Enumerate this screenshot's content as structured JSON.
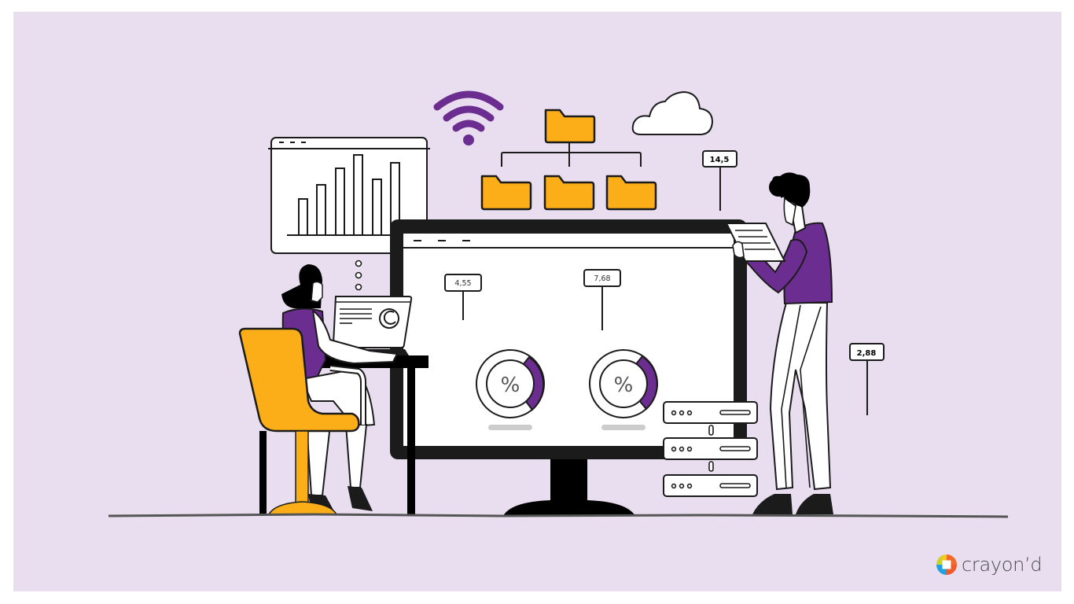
{
  "scene": {
    "description": "Data analytics illustration: seated woman at laptop, central monitor with percentage gauges, standing man reading a document, folder hierarchy, wifi and cloud icons, server stack",
    "background_color": "#e9def0",
    "accent_colors": {
      "purple": "#6b2d8f",
      "orange": "#fbae17",
      "ink": "#1b1b1b",
      "gauge_track": "#cccccc"
    }
  },
  "bar_chart_window": {
    "title_dots": "- - -",
    "bars": [
      4,
      5,
      6.3,
      7.5,
      5.5,
      6.9
    ]
  },
  "monitor": {
    "title_dots": "- - -",
    "gauges": [
      {
        "label": "%",
        "tag_value": "4,55",
        "fill_fraction": 0.2
      },
      {
        "label": "%",
        "tag_value": "7,68",
        "fill_fraction": 0.25
      }
    ]
  },
  "floating_tags": [
    {
      "value": "14,5"
    },
    {
      "value": "2,88"
    }
  ],
  "icons": {
    "wifi": "wifi-icon",
    "cloud": "cloud-icon",
    "folders": [
      "folder-icon",
      "folder-icon",
      "folder-icon",
      "folder-icon"
    ],
    "servers": [
      "server-icon",
      "server-icon",
      "server-icon"
    ],
    "laptop_logo": "refresh-logo-icon"
  },
  "brand": {
    "name": "crayon'd",
    "display_name": "crayon’d"
  }
}
